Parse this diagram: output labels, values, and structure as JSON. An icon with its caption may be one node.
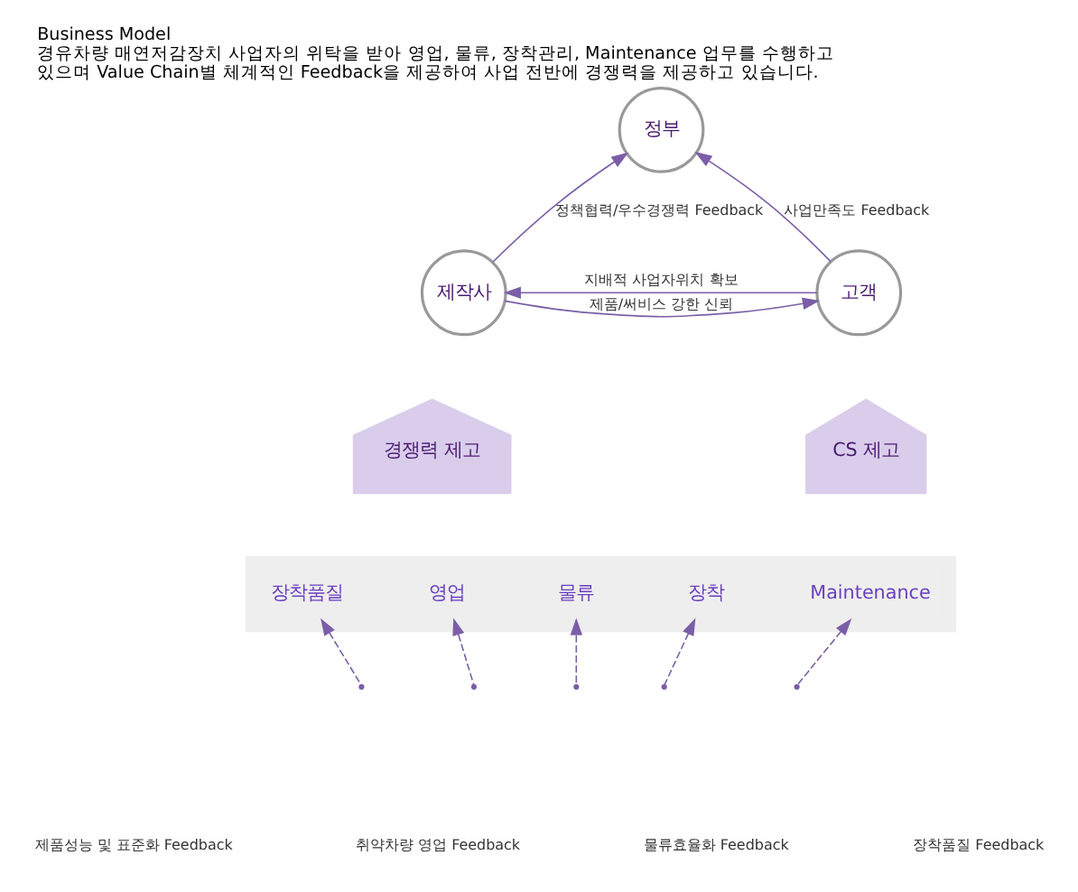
{
  "diagram": {
    "title": "Business Model",
    "caption": "경유차량 매연저감장치 사업자의 위탁을 받아 영업, 물류, 장착관리, Maintenance 업무를 수행하고 있으며 Value Chain별 체계적인 Feedback을 제공하여 사업 전반에 경쟁력을 제공하고 있습니다.",
    "nodes": [
      {
        "text": [
          "정부"
        ]
      },
      {
        "text": [
          "제작사"
        ]
      },
      {
        "text": [
          "고객"
        ]
      },
      {
        "text": [
          "경쟁력 제고"
        ]
      },
      {
        "text": [
          "CS 제고"
        ]
      },
      {
        "text": [],
        "shape": "band"
      },
      {
        "text": [
          "장착품질"
        ],
        "in": 5
      },
      {
        "text": [
          "영업"
        ],
        "in": 5
      },
      {
        "text": [
          "물류"
        ],
        "in": 5
      },
      {
        "text": [
          "장착"
        ],
        "in": 5
      },
      {
        "text": [
          "Maintenance"
        ],
        "in": 5
      }
    ],
    "edges": [
      {
        "from": 1,
        "to": 0,
        "arrow": "to",
        "label": "정책협력/우수경쟁력 Feedback"
      },
      {
        "from": 2,
        "to": 0,
        "arrow": "to",
        "label": "사업만족도 Feedback"
      },
      {
        "from": 2,
        "to": 1,
        "arrow": "to",
        "label": "지배적 사업자위치 확보"
      },
      {
        "from": 1,
        "to": 2,
        "arrow": "to",
        "label": "제품/써비스 강한 신뢰"
      },
      {
        "from": null,
        "to": 6,
        "arrow": "to",
        "style": "dashed"
      },
      {
        "from": null,
        "to": 7,
        "arrow": "to",
        "style": "dashed"
      },
      {
        "from": null,
        "to": 8,
        "arrow": "to",
        "style": "dashed"
      },
      {
        "from": null,
        "to": 9,
        "arrow": "to",
        "style": "dashed"
      },
      {
        "from": null,
        "to": 10,
        "arrow": "to",
        "style": "dashed"
      }
    ],
    "labels": [
      "제품성능 및 표준화 Feedback",
      "취약차량 영업 Feedback",
      "물류효율화 Feedback",
      "장착품질 Feedback"
    ]
  }
}
